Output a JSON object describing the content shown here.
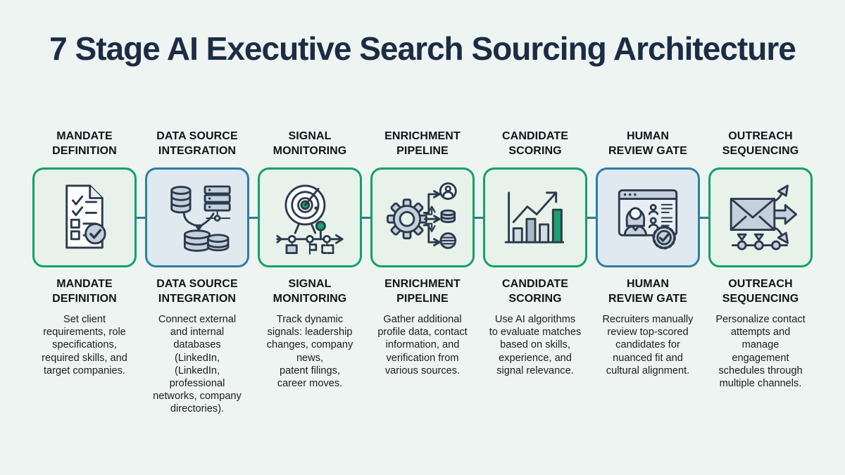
{
  "title": "7 Stage AI Executive Search Sourcing Architecture",
  "colors": {
    "background": "#eef4f2",
    "title_text": "#1d2c44",
    "stage_title_text": "#111418",
    "body_text": "#1c1c1e",
    "green_border": "#14a06a",
    "green_box_bg": "#e8f2ea",
    "blue_border": "#2d7ea6",
    "blue_box_bg": "#e0e9ef",
    "connector": "#2c7b93",
    "icon_outline": "#2b3a4c",
    "icon_gray_fill": "#c5d0dc",
    "icon_green_accent": "#19a26d"
  },
  "stages": [
    {
      "label": "MANDATE\nDEFINITION",
      "icon": "document-checklist-icon",
      "style": "green",
      "description": "Set client\nrequirements, role\nspecifications,\nrequired skills, and\ntarget companies."
    },
    {
      "label": "DATA SOURCE\nINTEGRATION",
      "icon": "database-integration-icon",
      "style": "blue",
      "description": "Connect external\nand internal\ndatabases\n(LinkedIn,\n(LinkedIn,\nprofessional\nnetworks, company\ndirectories)."
    },
    {
      "label": "SIGNAL\nMONITORING",
      "icon": "radar-timeline-icon",
      "style": "green",
      "description": "Track dynamic\nsignals: leadership\nchanges, company\nnews,\npatent filings,\ncareer moves."
    },
    {
      "label": "ENRICHMENT\nPIPELINE",
      "icon": "gear-pipeline-icon",
      "style": "green",
      "description": "Gather additional\nprofile data, contact\ninformation, and\nverification from\nvarious sources."
    },
    {
      "label": "CANDIDATE\nSCORING",
      "icon": "bar-chart-growth-icon",
      "style": "green",
      "description": "Use AI algorithms\nto evaluate matches\nbased on skills,\nexperience, and\nsignal relevance."
    },
    {
      "label": "HUMAN\nREVIEW GATE",
      "icon": "profile-review-badge-icon",
      "style": "blue",
      "description": "Recruiters manually\nreview top-scored\ncandidates for\nnuanced fit and\ncultural alignment."
    },
    {
      "label": "OUTREACH\nSEQUENCING",
      "icon": "envelope-sequence-icon",
      "style": "green",
      "description": "Personalize contact\nattempts and\nmanage\nengagement\nschedules through\nmultiple channels."
    }
  ]
}
